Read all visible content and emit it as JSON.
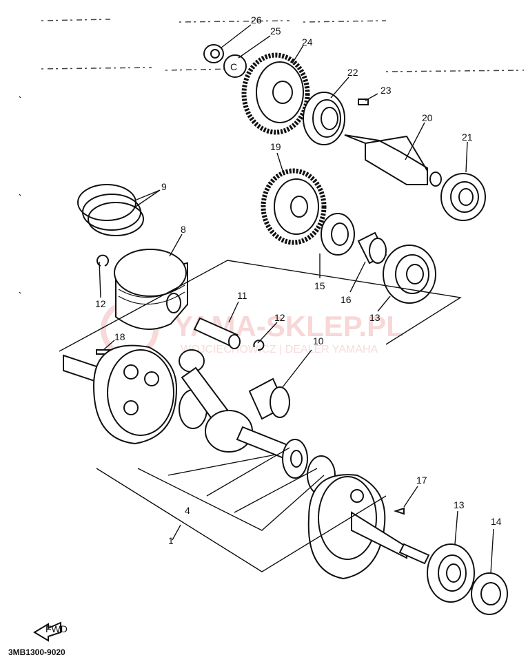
{
  "diagram_code": "3MB1300-9020",
  "group_label": "4",
  "watermark": {
    "main": "YAMA-SKLEP.PL",
    "sub": "WOJCIECHOWICZ | DEALER YAMAHA"
  },
  "callouts": [
    "26",
    "25",
    "24",
    "22",
    "23",
    "20",
    "21",
    "19",
    "9",
    "8",
    "12",
    "11",
    "12",
    "15",
    "16",
    "13",
    "18",
    "10",
    "17",
    "13",
    "14",
    "1"
  ],
  "part_markings": {
    "circlip_25": "C",
    "front_arrow": "FWD"
  }
}
